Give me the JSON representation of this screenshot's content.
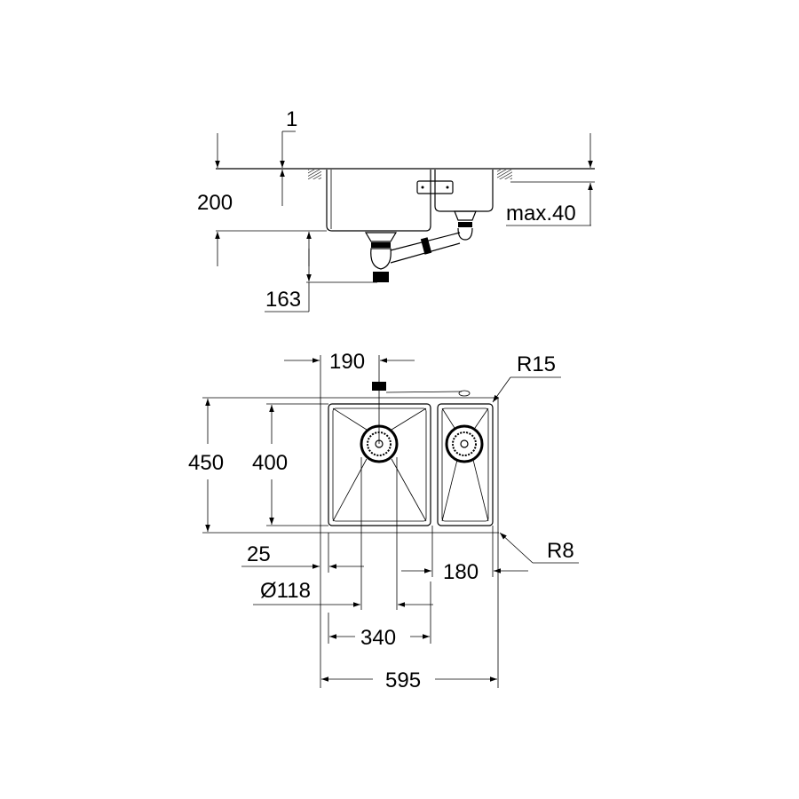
{
  "side_view": {
    "dim_gap": "1",
    "dim_depth": "200",
    "dim_counter_thickness": "max.40",
    "dim_drain_depth": "163"
  },
  "top_view": {
    "dim_drain_offset": "190",
    "radius_outer": "R15",
    "dim_outer_depth": "450",
    "dim_bowl_depth": "400",
    "radius_inner": "R8",
    "dim_edge": "25",
    "dim_small_bowl_width": "180",
    "dim_drain_diameter": "Ø118",
    "dim_main_bowl_width": "340",
    "dim_total_width": "595"
  }
}
